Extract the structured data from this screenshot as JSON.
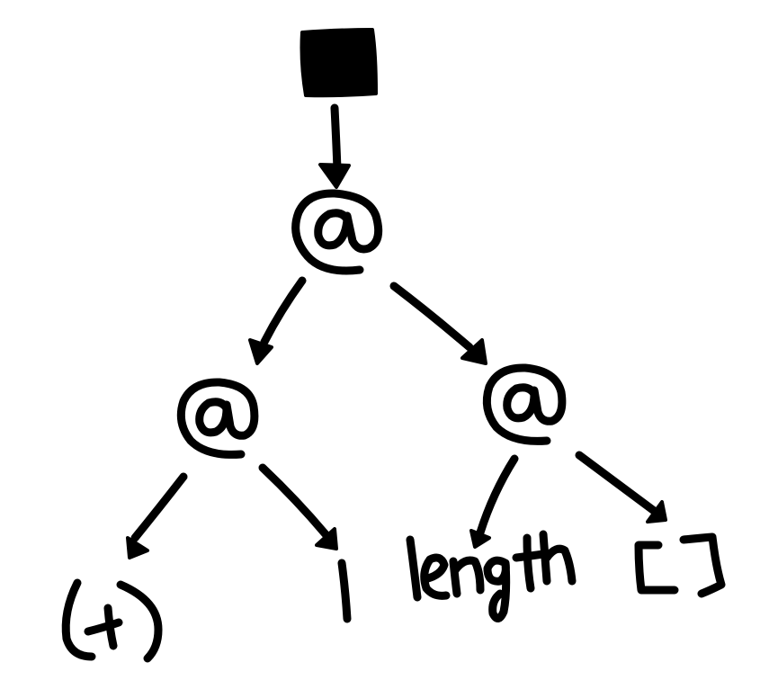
{
  "diagram": {
    "type": "expression-tree",
    "style": "hand-drawn",
    "stroke_color": "#000000",
    "background": "#ffffff",
    "root": {
      "id": "root",
      "label": "■",
      "description": "filled black square"
    },
    "nodes": [
      {
        "id": "app-top",
        "label": "@"
      },
      {
        "id": "app-left",
        "label": "@"
      },
      {
        "id": "app-right",
        "label": "@"
      },
      {
        "id": "leaf-plus",
        "label": "(+)"
      },
      {
        "id": "leaf-one",
        "label": "1"
      },
      {
        "id": "leaf-length",
        "label": "length"
      },
      {
        "id": "leaf-nil",
        "label": "[]"
      }
    ],
    "edges": [
      {
        "from": "root",
        "to": "app-top"
      },
      {
        "from": "app-top",
        "to": "app-left"
      },
      {
        "from": "app-top",
        "to": "app-right"
      },
      {
        "from": "app-left",
        "to": "leaf-plus"
      },
      {
        "from": "app-left",
        "to": "leaf-one"
      },
      {
        "from": "app-right",
        "to": "leaf-length"
      },
      {
        "from": "app-right",
        "to": "leaf-nil"
      }
    ]
  }
}
